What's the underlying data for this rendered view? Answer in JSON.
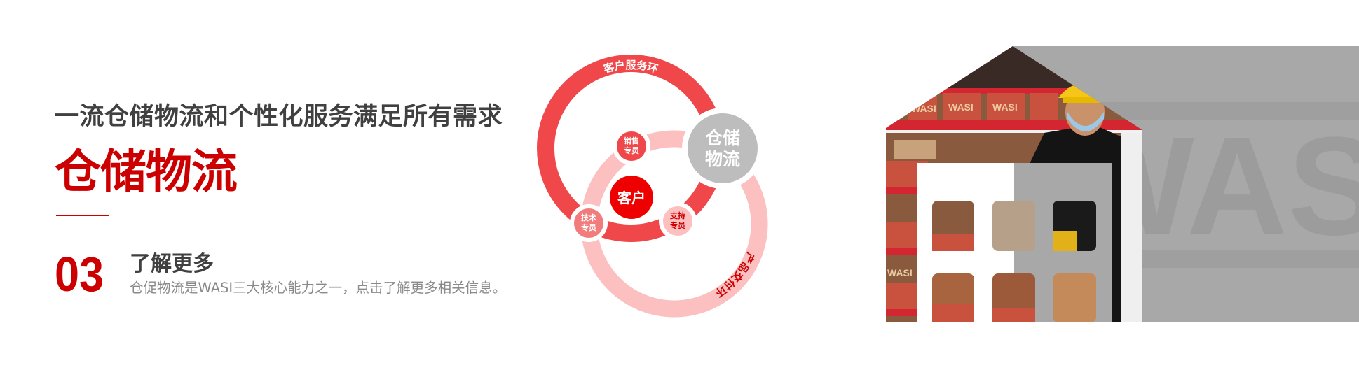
{
  "left": {
    "headline": "一流仓储物流和个性化服务满足所有需求",
    "title": "仓储物流",
    "number": "03",
    "learn_more": "了解更多",
    "description": "仓促物流是WASI三大核心能力之一，点击了解更多相关信息。"
  },
  "diagram": {
    "outer_ring_label": "客户服务环",
    "inner_ring_label": "产品交付环",
    "center": "客户",
    "sales": [
      "销售",
      "专员"
    ],
    "tech": [
      "技术",
      "专员"
    ],
    "support": [
      "支持",
      "专员"
    ],
    "highlight": [
      "仓储",
      "物流"
    ]
  },
  "photo": {
    "watermark": "WASI",
    "box_label": "WASI"
  },
  "colors": {
    "brand_red": "#cc0000",
    "ring_red": "#f0474a",
    "ring_pink": "#fcc0c0",
    "gray": "#a8a8a8"
  }
}
